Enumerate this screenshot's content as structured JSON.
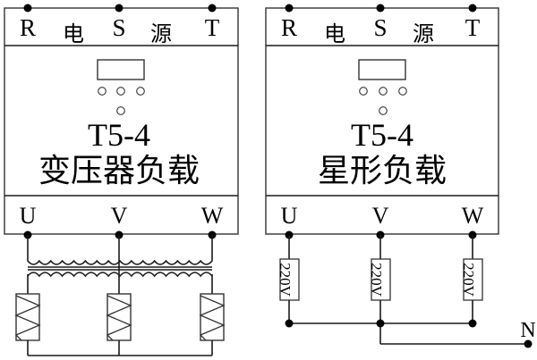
{
  "panels": [
    {
      "id": "left",
      "supply_label_chars": [
        "电",
        "源"
      ],
      "input_terminals": [
        "R",
        "S",
        "T"
      ],
      "output_terminals": [
        "U",
        "V",
        "W"
      ],
      "model": "T5-4",
      "load_type": "变压器负载",
      "load": "transformer",
      "heater_count": 3
    },
    {
      "id": "right",
      "supply_label_chars": [
        "电",
        "源"
      ],
      "input_terminals": [
        "R",
        "S",
        "T"
      ],
      "output_terminals": [
        "U",
        "V",
        "W"
      ],
      "model": "T5-4",
      "load_type": "星形负载",
      "load": "star",
      "resistor_labels": [
        "220V",
        "220V",
        "220V"
      ],
      "neutral_label": "N"
    }
  ],
  "colors": {
    "line": "#1a1a1a",
    "box_border": "#333333",
    "background": "#ffffff"
  }
}
